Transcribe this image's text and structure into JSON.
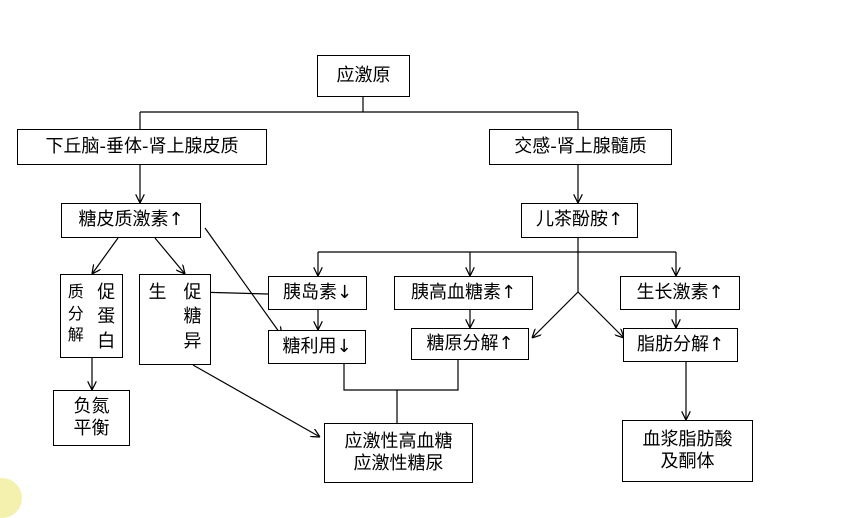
{
  "nodes": {
    "stressor": "应激原",
    "hpa": "下丘脑-垂体-肾上腺皮质",
    "sympathetic": "交感-肾上腺髓质",
    "glucocorticoid": "糖皮质激素↑",
    "catecholamine": "儿茶酚胺↑",
    "protein_catabolism_col1": "质\n分\n解",
    "protein_catabolism_col2": "促\n蛋\n白",
    "gluconeogenesis_col1": "生",
    "gluconeogenesis_col2": "促\n糖\n异",
    "insulin": "胰岛素↓",
    "glucagon": "胰高血糖素↑",
    "growth_hormone": "生长激素↑",
    "glucose_utilization": "糖利用↓",
    "glycogenolysis": "糖原分解↑",
    "lipolysis": "脂肪分解↑",
    "negative_nitrogen": "负氮\n平衡",
    "stress_hyperglycemia": "应激性高血糖\n应激性糖尿",
    "plasma_fatty_acids": "血浆脂肪酸\n及酮体"
  },
  "colors": {
    "line": "#000000",
    "box_border": "#000000",
    "background": "#ffffff",
    "corner_accent": "#f1ee9a"
  }
}
